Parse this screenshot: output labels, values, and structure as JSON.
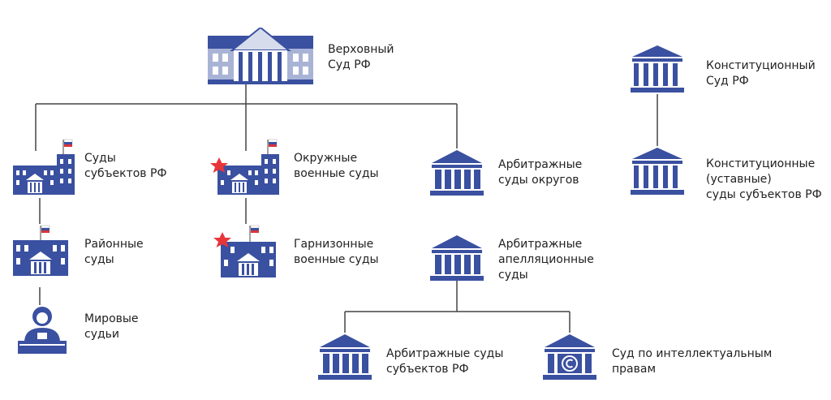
{
  "colors": {
    "primary": "#3a50a0",
    "line": "#444444",
    "flag_red": "#d8353a",
    "star": "#e8353a",
    "supreme_roof": "#d7dcec"
  },
  "nodes": {
    "supreme": {
      "label": "Верховный\nСуд РФ",
      "icon": "supreme-court-building-icon"
    },
    "constitutional": {
      "label": "Конституционный\nСуд РФ",
      "icon": "columned-court-icon"
    },
    "constitutional_regional": {
      "label": "Конституционные\n(уставные)\nсуды субъектов РФ",
      "icon": "columned-court-icon"
    },
    "regional_courts": {
      "label": "Суды\nсубъектов РФ",
      "icon": "government-building-icon"
    },
    "district_courts": {
      "label": "Районные\nсуды",
      "icon": "government-building-icon"
    },
    "magistrates": {
      "label": "Мировые\nсудьи",
      "icon": "judge-icon"
    },
    "district_military": {
      "label": "Окружные\nвоенные суды",
      "icon": "military-building-icon"
    },
    "garrison_military": {
      "label": "Гарнизонные\nвоенные суды",
      "icon": "military-building-icon"
    },
    "arbitration_district": {
      "label": "Арбитражные\nсуды округов",
      "icon": "arbitration-court-icon"
    },
    "arbitration_appeal": {
      "label": "Арбитражные\nапелляционные\nсуды",
      "icon": "arbitration-court-icon"
    },
    "arbitration_regional": {
      "label": "Арбитражные суды\nсубъектов РФ",
      "icon": "arbitration-court-icon"
    },
    "intellectual": {
      "label": "Суд по интеллектуальным\nправам",
      "icon": "copyright-court-icon"
    }
  }
}
